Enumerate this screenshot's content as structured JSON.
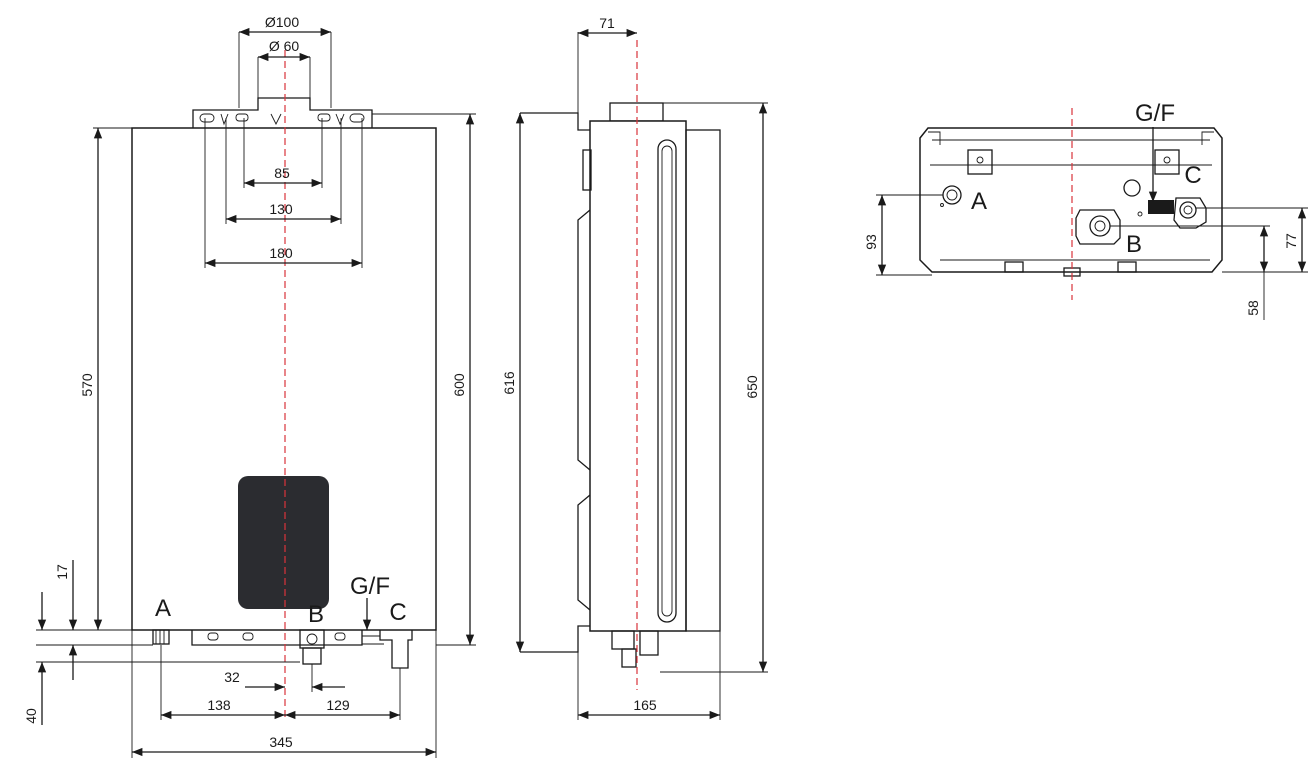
{
  "front": {
    "dims": {
      "d100": "Ø100",
      "d60": "Ø 60",
      "w85": "85",
      "w130": "130",
      "w180": "180",
      "h570": "570",
      "h600": "600",
      "h17": "17",
      "h40": "40",
      "w32": "32",
      "w138": "138",
      "w129": "129",
      "w345": "345"
    },
    "labels": {
      "a": "A",
      "b": "B",
      "c": "C",
      "gf": "G/F"
    }
  },
  "side": {
    "dims": {
      "d71": "71",
      "h616": "616",
      "h650": "650",
      "w165": "165"
    }
  },
  "bottom": {
    "dims": {
      "h93": "93",
      "h77": "77",
      "h58": "58"
    },
    "labels": {
      "a": "A",
      "b": "B",
      "c": "C",
      "gf": "G/F"
    }
  },
  "colors": {
    "axis": "#d9343b",
    "panel": "#2b2c30",
    "line": "#1a1a1a"
  }
}
